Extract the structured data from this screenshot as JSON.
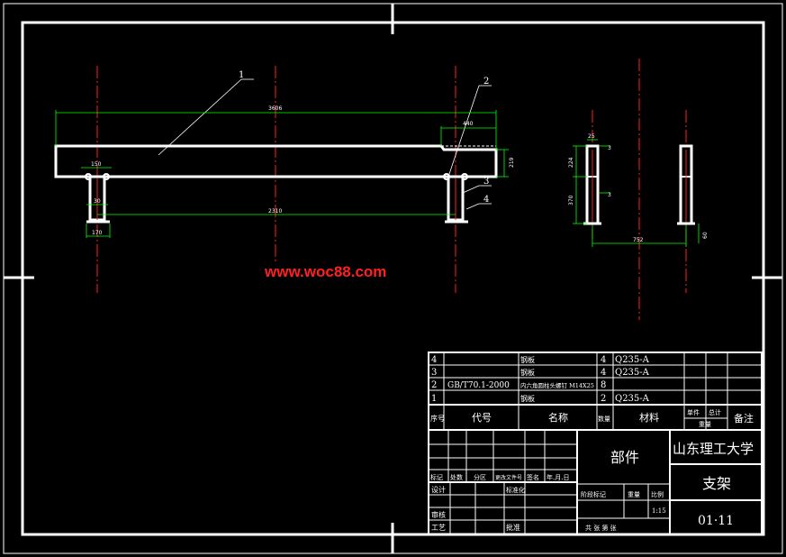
{
  "watermark": "www.woc88.com",
  "balloons": {
    "b1": "1",
    "b2": "2",
    "b3": "3",
    "b4": "4"
  },
  "dimensions": {
    "overall_length": "3606",
    "right_segment": "440",
    "leg_spacing": "2310",
    "left_offset": "150",
    "leg_gap": "30",
    "foot_width": "170",
    "beam_height": "219",
    "side_upper": "224",
    "side_lower": "370",
    "side_top_small": "25",
    "side_width": "752",
    "side_foot": "60",
    "side_tick_a": "3",
    "side_tick_b": "3"
  },
  "parts_list": [
    {
      "no": "4",
      "code": "",
      "name": "钢板",
      "qty": "4",
      "material": "Q235-A"
    },
    {
      "no": "3",
      "code": "",
      "name": "钢板",
      "qty": "4",
      "material": "Q235-A"
    },
    {
      "no": "2",
      "code": "GB/T70.1-2000",
      "name": "内六角圆柱头螺钉 M14X25",
      "qty": "8",
      "material": ""
    },
    {
      "no": "1",
      "code": "",
      "name": "钢板",
      "qty": "2",
      "material": "Q235-A"
    }
  ],
  "parts_header": {
    "no": "序号",
    "code": "代号",
    "name": "名称",
    "qty": "数量",
    "material": "材料",
    "unit_mass_a": "单件",
    "unit_mass_b": "总计",
    "mass": "重量",
    "remark": "备注"
  },
  "title_block": {
    "category": "部件",
    "school": "山东理工大学",
    "drawing_name": "支架",
    "drawing_no": "01·11",
    "scale": "1:15",
    "rev_labels": [
      "标记",
      "处数",
      "分区",
      "更改文件号",
      "签名",
      "年.月.日"
    ],
    "design": "设计",
    "standard": "标准化",
    "check": "审核",
    "process": "工艺",
    "approve": "批准",
    "stage": "阶段标记",
    "weight": "重量",
    "ratio": "比例",
    "sheets": "共  张  第  张"
  },
  "colors": {
    "background": "#000000",
    "lines": "#ffffff",
    "dim": "#00ff00",
    "center": "#ff2020"
  }
}
